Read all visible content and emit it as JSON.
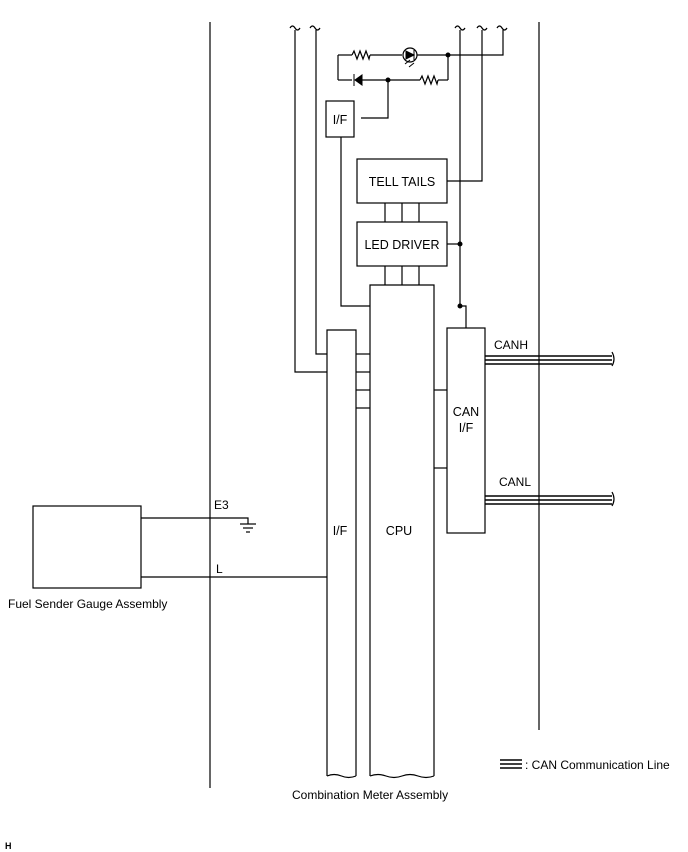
{
  "labels": {
    "tell_tails": "TELL TAILS",
    "led_driver": "LED DRIVER",
    "if_top": "I/F",
    "if_main": "I/F",
    "cpu": "CPU",
    "can_if_line1": "CAN",
    "can_if_line2": "I/F",
    "canh": "CANH",
    "canl": "CANL",
    "e3": "E3",
    "l": "L",
    "fuel_sender": "Fuel Sender Gauge Assembly",
    "combination_meter": "Combination Meter Assembly",
    "legend": ": CAN Communication Line",
    "corner_mark": "H"
  }
}
